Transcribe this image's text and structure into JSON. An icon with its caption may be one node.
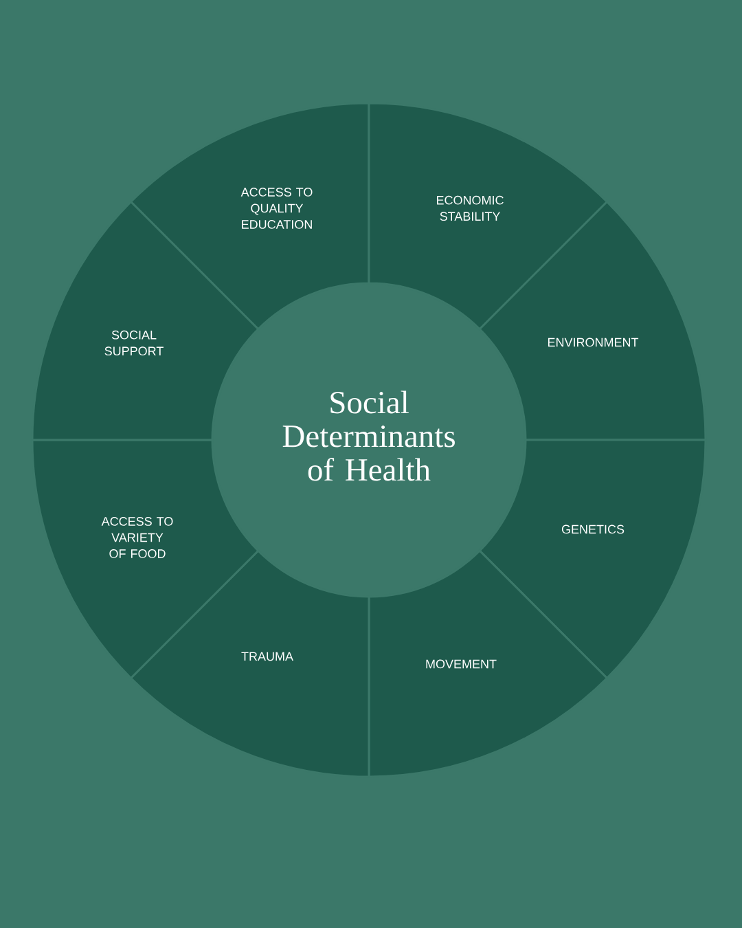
{
  "diagram": {
    "nodes": [
      {
        "text": [
          "Social Determinants of Health"
        ]
      },
      {
        "text": [
          "ACCESS TO QUALITY EDUCATION"
        ]
      },
      {
        "text": [
          "ECONOMIC STABILITY"
        ]
      },
      {
        "text": [
          "ENVIRONMENT"
        ]
      },
      {
        "text": [
          "GENETICS"
        ]
      },
      {
        "text": [
          "MOVEMENT"
        ]
      },
      {
        "text": [
          "TRAUMA"
        ]
      },
      {
        "text": [
          "ACCESS TO VARIETY OF FOOD"
        ]
      },
      {
        "text": [
          "SOCIAL SUPPORT"
        ]
      }
    ]
  }
}
